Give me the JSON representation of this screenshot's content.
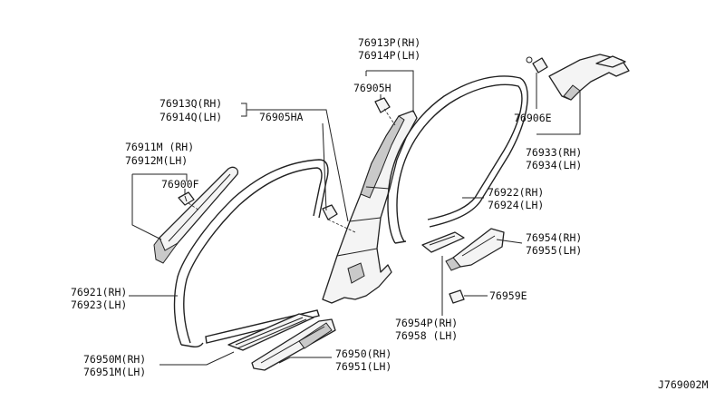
{
  "labels": {
    "p76913P_rh": "76913P(RH)",
    "p76914P_lh": "76914P(LH)",
    "p76905H": "76905H",
    "p76913Q_rh": "76913Q(RH)",
    "p76914Q_lh": "76914Q(LH)",
    "p76905HA": "76905HA",
    "p76906E": "76906E",
    "p76911M_rh": "76911M (RH)",
    "p76912M_lh": "76912M(LH)",
    "p76900F": "76900F",
    "p76933_rh": "76933(RH)",
    "p76934_lh": "76934(LH)",
    "p76922_rh": "76922(RH)",
    "p76924_lh": "76924(LH)",
    "p76954_rh": "76954(RH)",
    "p76955_lh": "76955(LH)",
    "p76921_rh": "76921(RH)",
    "p76923_lh": "76923(LH)",
    "p76959E": "76959E",
    "p76954P_rh": "76954P(RH)",
    "p76958_lh": "76958 (LH)",
    "p76950M_rh": "76950M(RH)",
    "p76951M_lh": "76951M(LH)",
    "p76950_rh": "76950(RH)",
    "p76951_lh": "76951(LH)",
    "diagram_code": "J769002M"
  }
}
